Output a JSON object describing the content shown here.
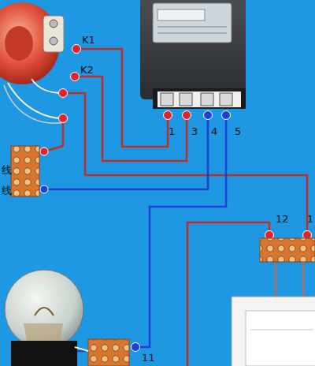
{
  "diagram": {
    "labels": [
      "K1",
      "K2",
      "1",
      "3",
      "4",
      "5",
      "线",
      "线",
      "12",
      "1",
      "11"
    ]
  }
}
